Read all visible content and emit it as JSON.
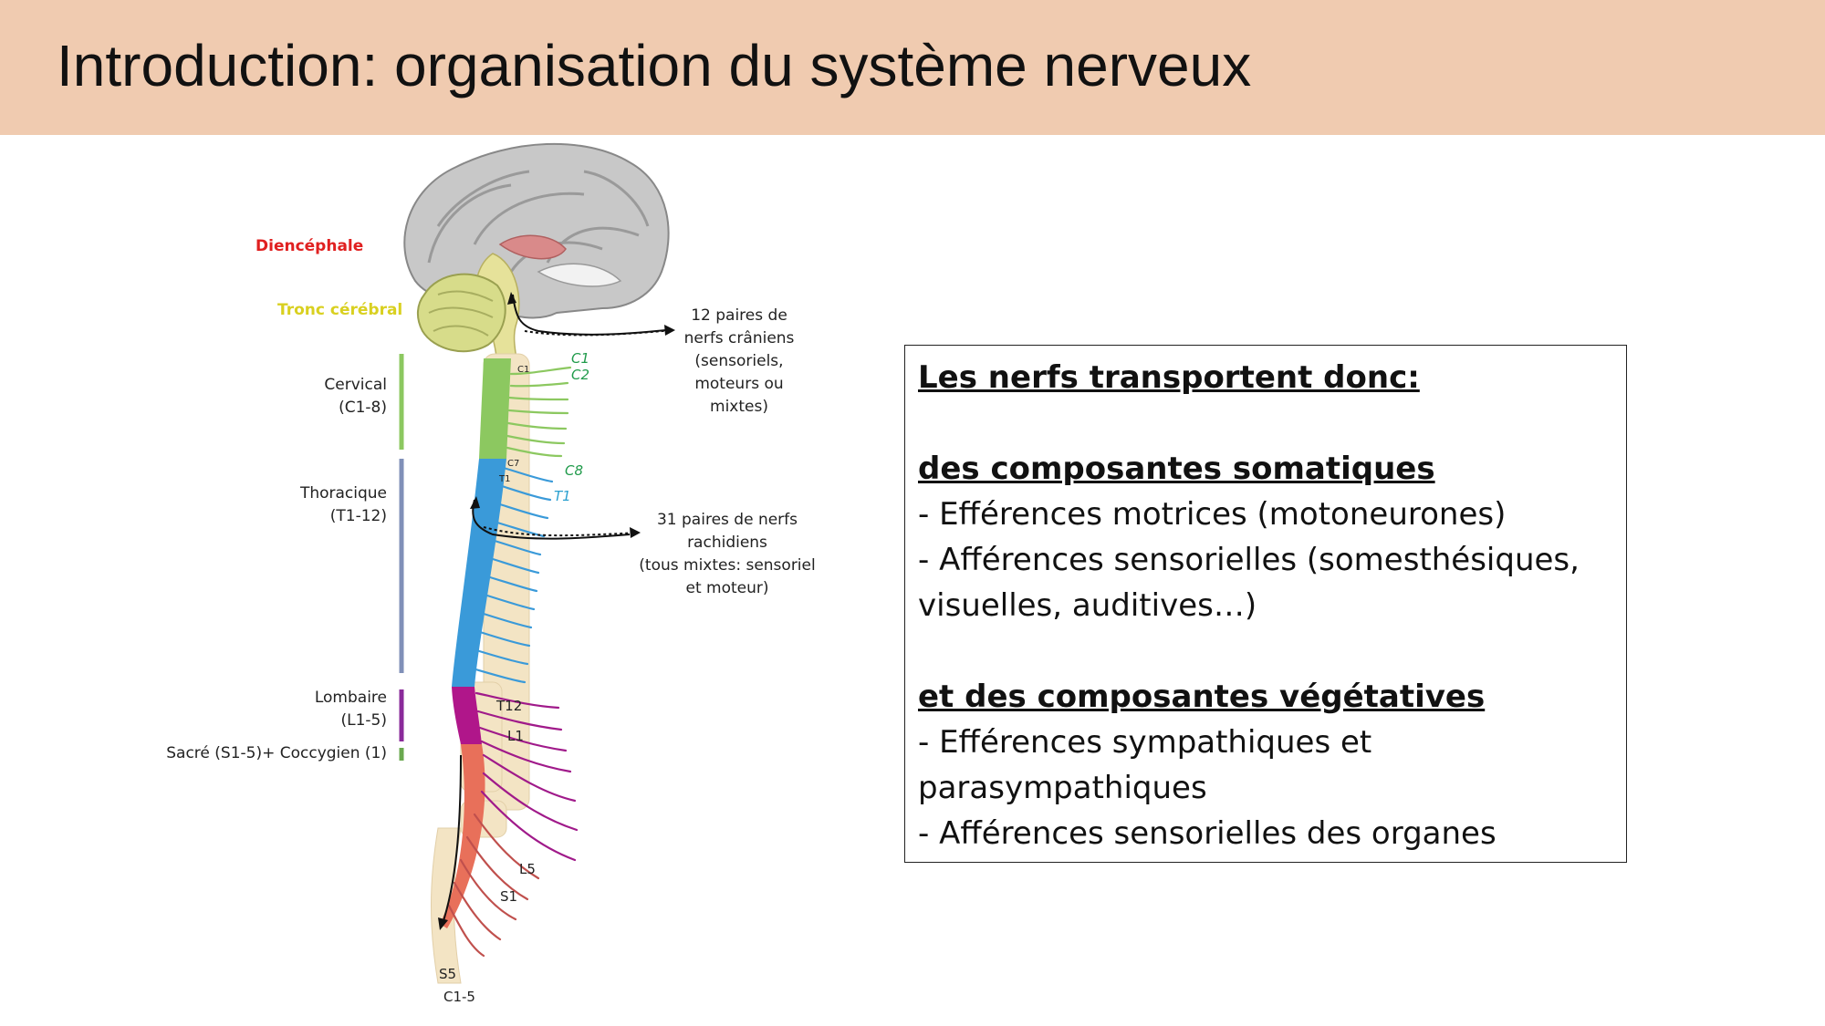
{
  "slide": {
    "title": "Introduction: organisation du système nerveux"
  },
  "figure": {
    "labels": {
      "diencephale": "Diencéphale",
      "tronc": "Tronc cérébral",
      "cervical": "Cervical\n(C1-8)",
      "thoracique": "Thoracique\n(T1-12)",
      "lombaire": "Lombaire\n(L1-5)",
      "sacre": "Sacré (S1-5)+ Coccygien (1)"
    },
    "notes": {
      "craniens": "12 paires de\nnerfs crâniens\n(sensoriels,\nmoteurs ou\nmixtes)",
      "rachidiens": "31 paires de nerfs\nrachidiens\n(tous mixtes: sensoriel\net moteur)"
    },
    "segments": {
      "c1_small": "C1",
      "c1": "C1",
      "c2": "C2",
      "c7": "C7",
      "t1_small": "T1",
      "c8": "C8",
      "t1": "T1",
      "t12": "T12",
      "l1": "L1",
      "l5": "L5",
      "s1": "S1",
      "s5": "S5",
      "c15": "C1-5"
    },
    "colors": {
      "diencephale": "#e02020",
      "tronc": "#d9d020",
      "cervical": "#8cc860",
      "thoracique": "#8090b8",
      "lombaire": "#8a2a9a",
      "sacre": "#6aa84f",
      "cord_cervical": "#8cc860",
      "cord_thoracic": "#3a9ad9",
      "cord_lumbar": "#b0168a",
      "cord_sacral": "#e8705a",
      "segment_green": "#1f9a4a",
      "segment_blue": "#2aa0d0"
    }
  },
  "info_box": {
    "heading": "Les nerfs transportent donc:",
    "somatic_heading": "des composantes somatiques",
    "somatic_1": "- Efférences motrices (motoneurones)",
    "somatic_2": "- Afférences sensorielles (somesthésiques, visuelles, auditives…)",
    "vegetative_heading": "et des composantes végétatives",
    "vegetative_1": "- Efférences sympathiques et parasympathiques",
    "vegetative_2": "- Afférences sensorielles des organes"
  }
}
